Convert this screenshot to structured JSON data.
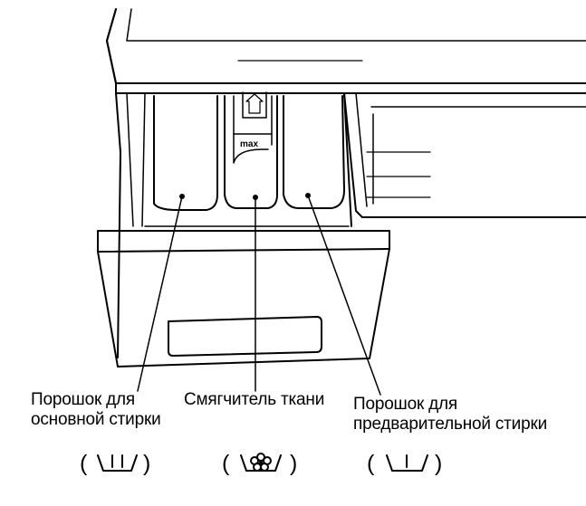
{
  "compartments": [
    {
      "id": "main-wash",
      "label_lines": [
        "Порошок для",
        "основной стирки"
      ]
    },
    {
      "id": "softener",
      "label_lines": [
        "Смягчитель ткани"
      ]
    },
    {
      "id": "pre-wash",
      "label_lines": [
        "Порошок для",
        "предварительной стирки"
      ]
    }
  ],
  "max_mark": "max",
  "symbols": [
    {
      "name": "main-wash-symbol",
      "open": "(",
      "close": ")",
      "glyph": "tub-two-bars-icon"
    },
    {
      "name": "softener-symbol",
      "open": "(",
      "close": ")",
      "glyph": "flower-icon"
    },
    {
      "name": "prewash-symbol",
      "open": "(",
      "close": ")",
      "glyph": "tub-one-bar-icon"
    }
  ],
  "colors": {
    "line": "#000000",
    "background": "#ffffff"
  }
}
